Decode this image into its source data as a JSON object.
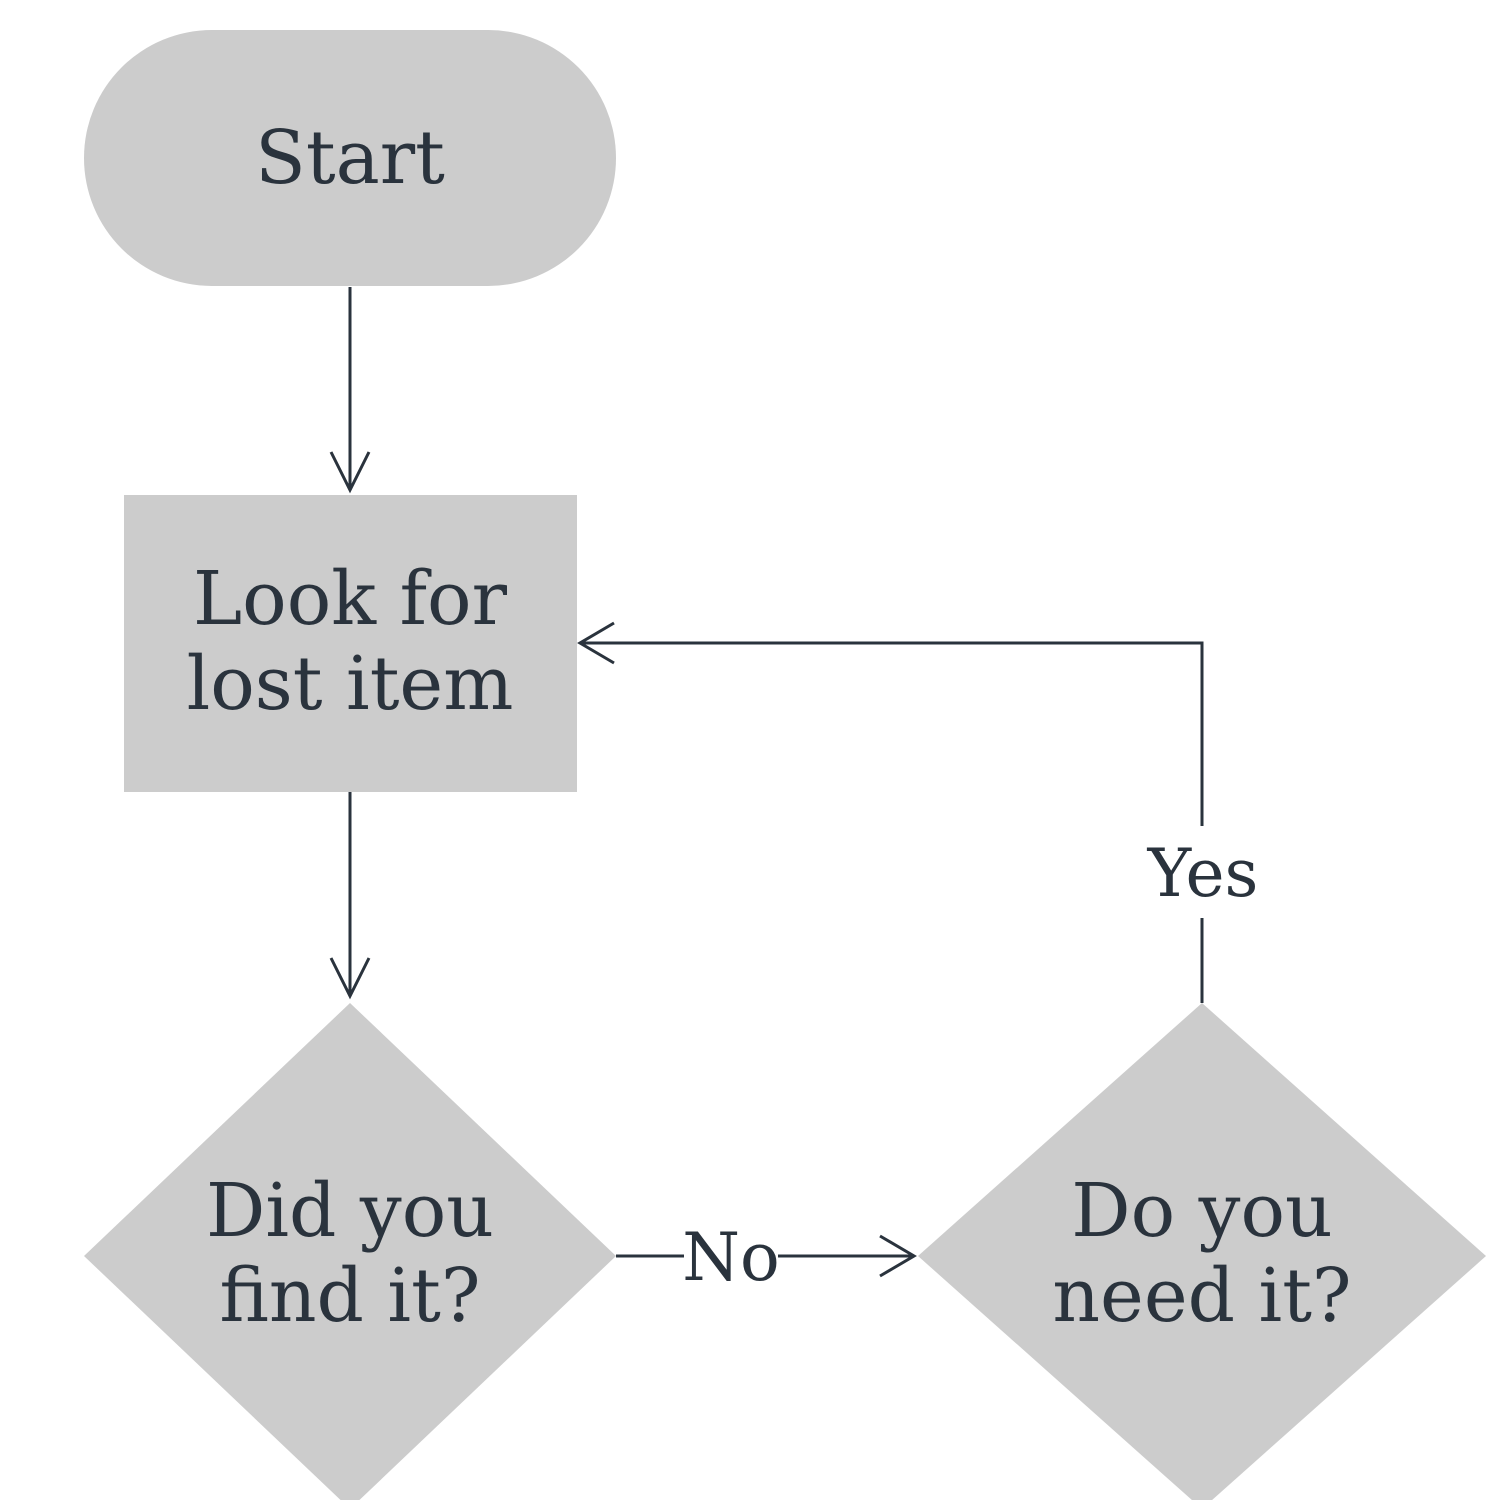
{
  "diagram": {
    "colors": {
      "node_fill": "#cccccc",
      "line_and_text": "#2a333d",
      "background": "#ffffff"
    },
    "nodes": {
      "start": {
        "shape": "terminator",
        "label": "Start"
      },
      "look": {
        "shape": "process",
        "line1": "Look for",
        "line2": "lost item"
      },
      "found": {
        "shape": "decision",
        "line1": "Did you",
        "line2": "find it?"
      },
      "need": {
        "shape": "decision",
        "line1": "Do you",
        "line2": "need it?"
      }
    },
    "edges": {
      "start_to_look": {
        "from": "Start",
        "to": "Look for lost item"
      },
      "look_to_found": {
        "from": "Look for lost item",
        "to": "Did you find it?"
      },
      "found_to_need": {
        "from": "Did you find it?",
        "to": "Do you need it?",
        "label": "No"
      },
      "need_to_look": {
        "from": "Do you need it?",
        "to": "Look for lost item",
        "label": "Yes"
      }
    }
  }
}
